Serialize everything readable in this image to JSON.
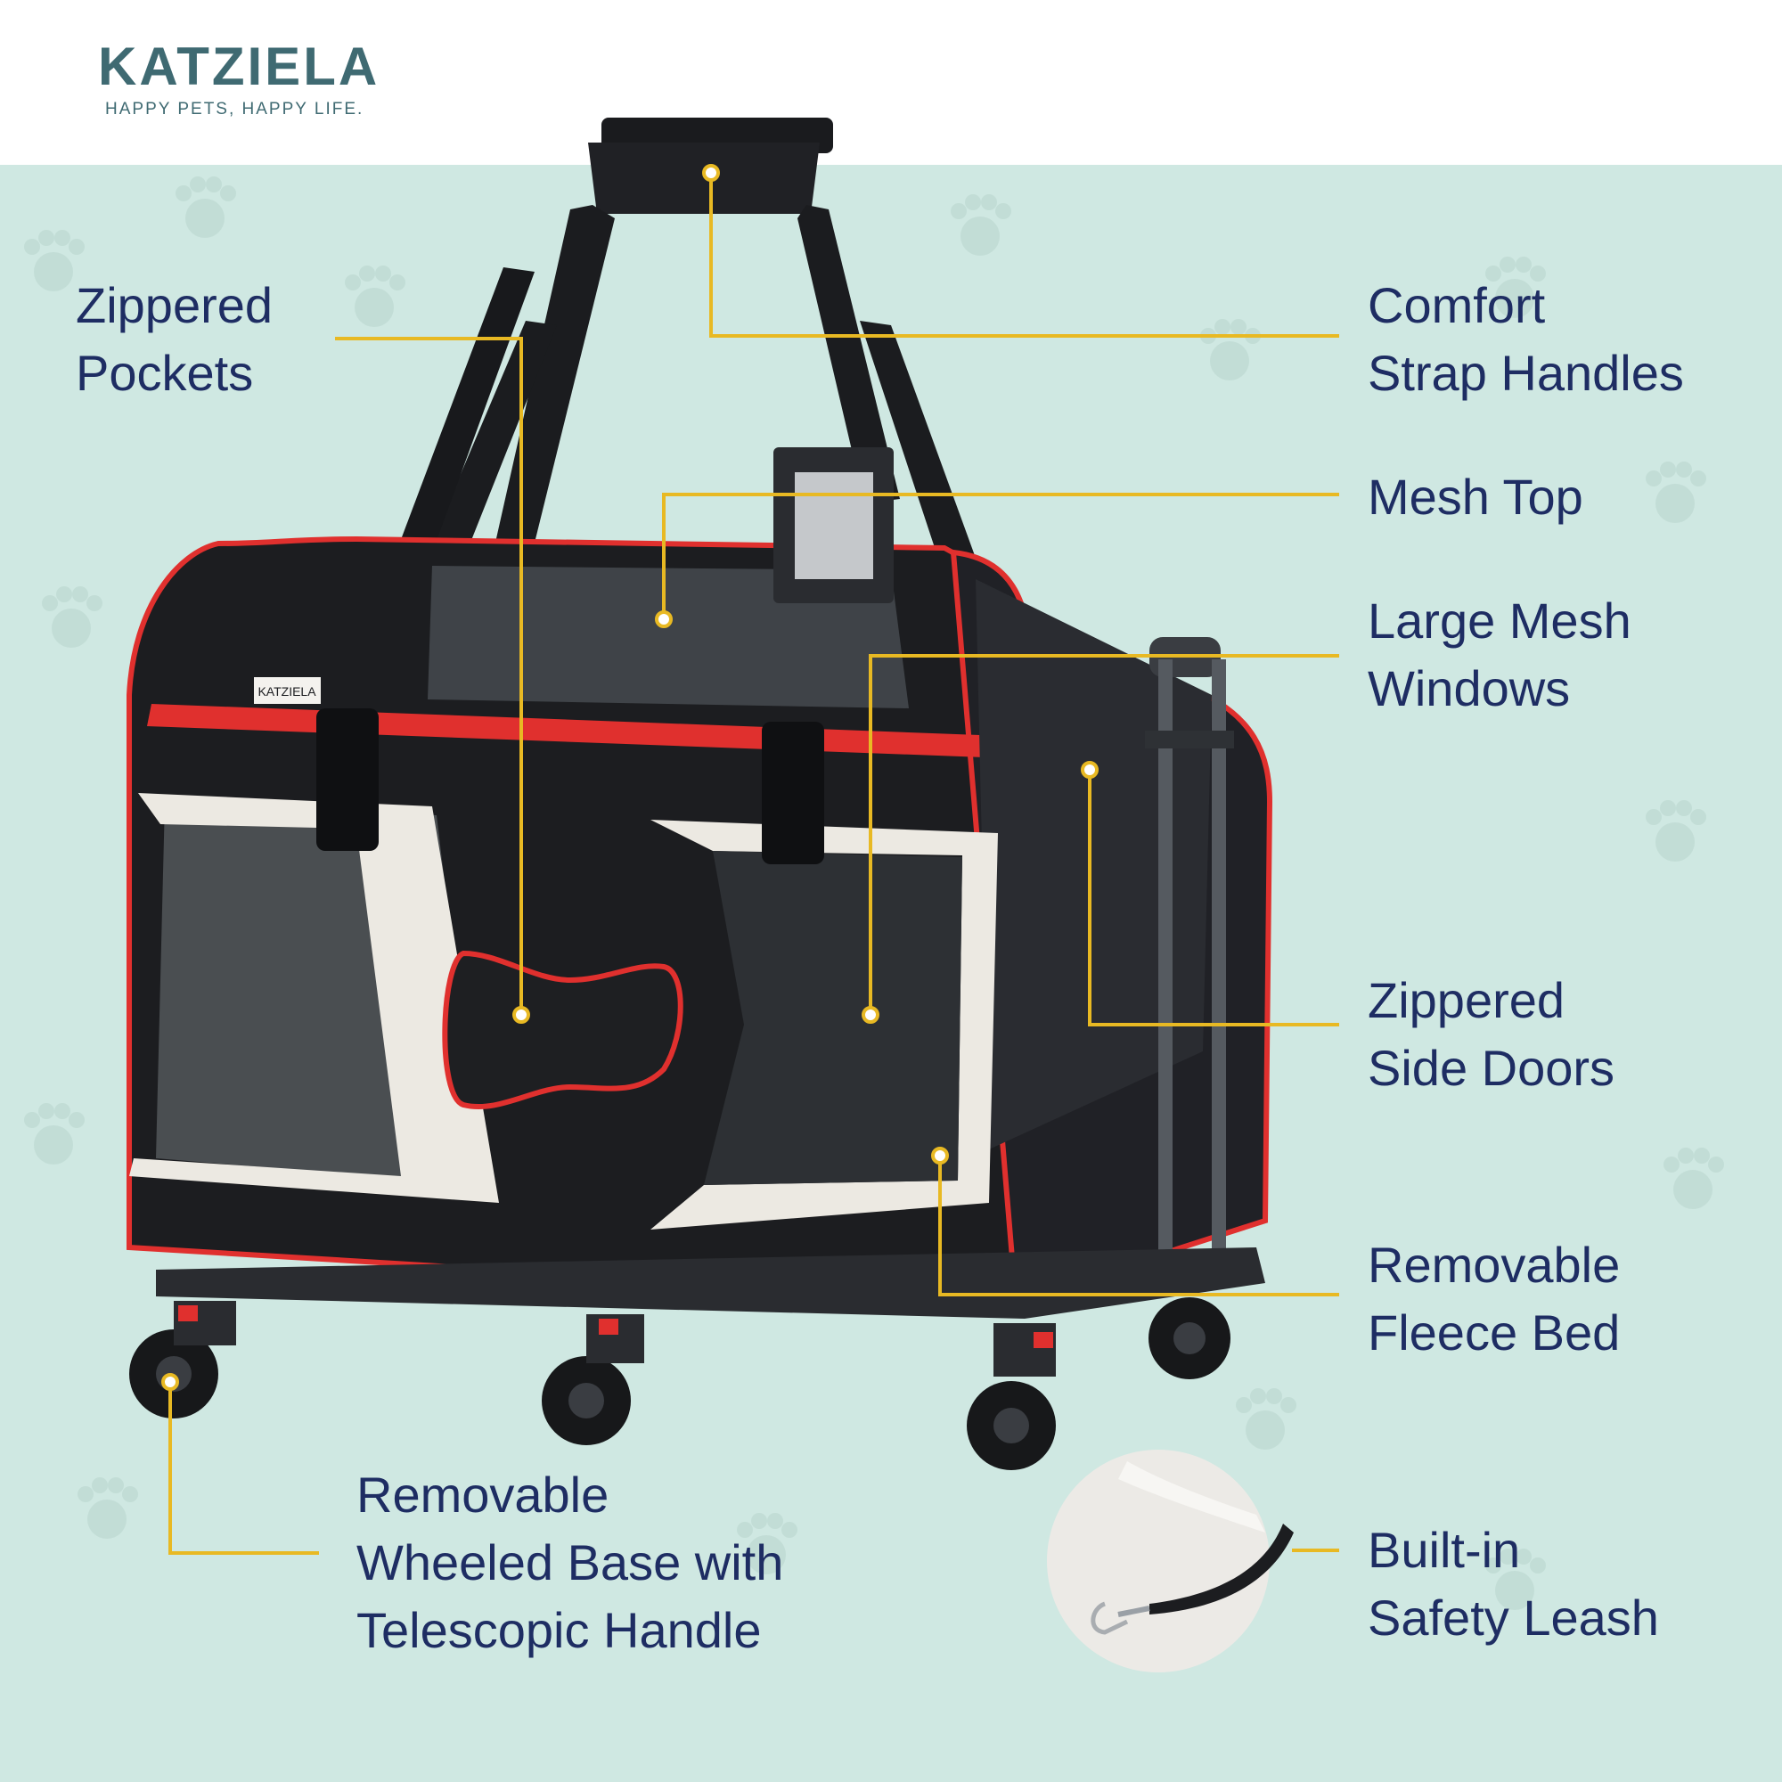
{
  "brand": {
    "name": "KATZIELA",
    "tagline": "HAPPY PETS, HAPPY LIFE.",
    "tag_text": "KATZIELA"
  },
  "colors": {
    "background": "#cfe8e2",
    "label_text": "#1e2d63",
    "leader_line": "#e8b923",
    "carrier_body": "#1c1d20",
    "piping": "#e0302e",
    "panel_trim": "#ece9e2",
    "brand": "#3f6a72"
  },
  "callouts": [
    {
      "id": "zippered-pockets",
      "lines": [
        "Zippered",
        "Pockets"
      ]
    },
    {
      "id": "comfort-strap-handles",
      "lines": [
        "Comfort",
        "Strap Handles"
      ]
    },
    {
      "id": "mesh-top",
      "lines": [
        "Mesh Top"
      ]
    },
    {
      "id": "large-mesh-windows",
      "lines": [
        "Large Mesh",
        "Windows"
      ]
    },
    {
      "id": "zippered-side-doors",
      "lines": [
        "Zippered",
        "Side Doors"
      ]
    },
    {
      "id": "removable-fleece-bed",
      "lines": [
        "Removable",
        "Fleece Bed"
      ]
    },
    {
      "id": "removable-wheeled-base",
      "lines": [
        "Removable",
        "Wheeled Base with",
        "Telescopic Handle"
      ]
    },
    {
      "id": "built-in-safety-leash",
      "lines": [
        "Built-in",
        "Safety Leash"
      ]
    }
  ]
}
